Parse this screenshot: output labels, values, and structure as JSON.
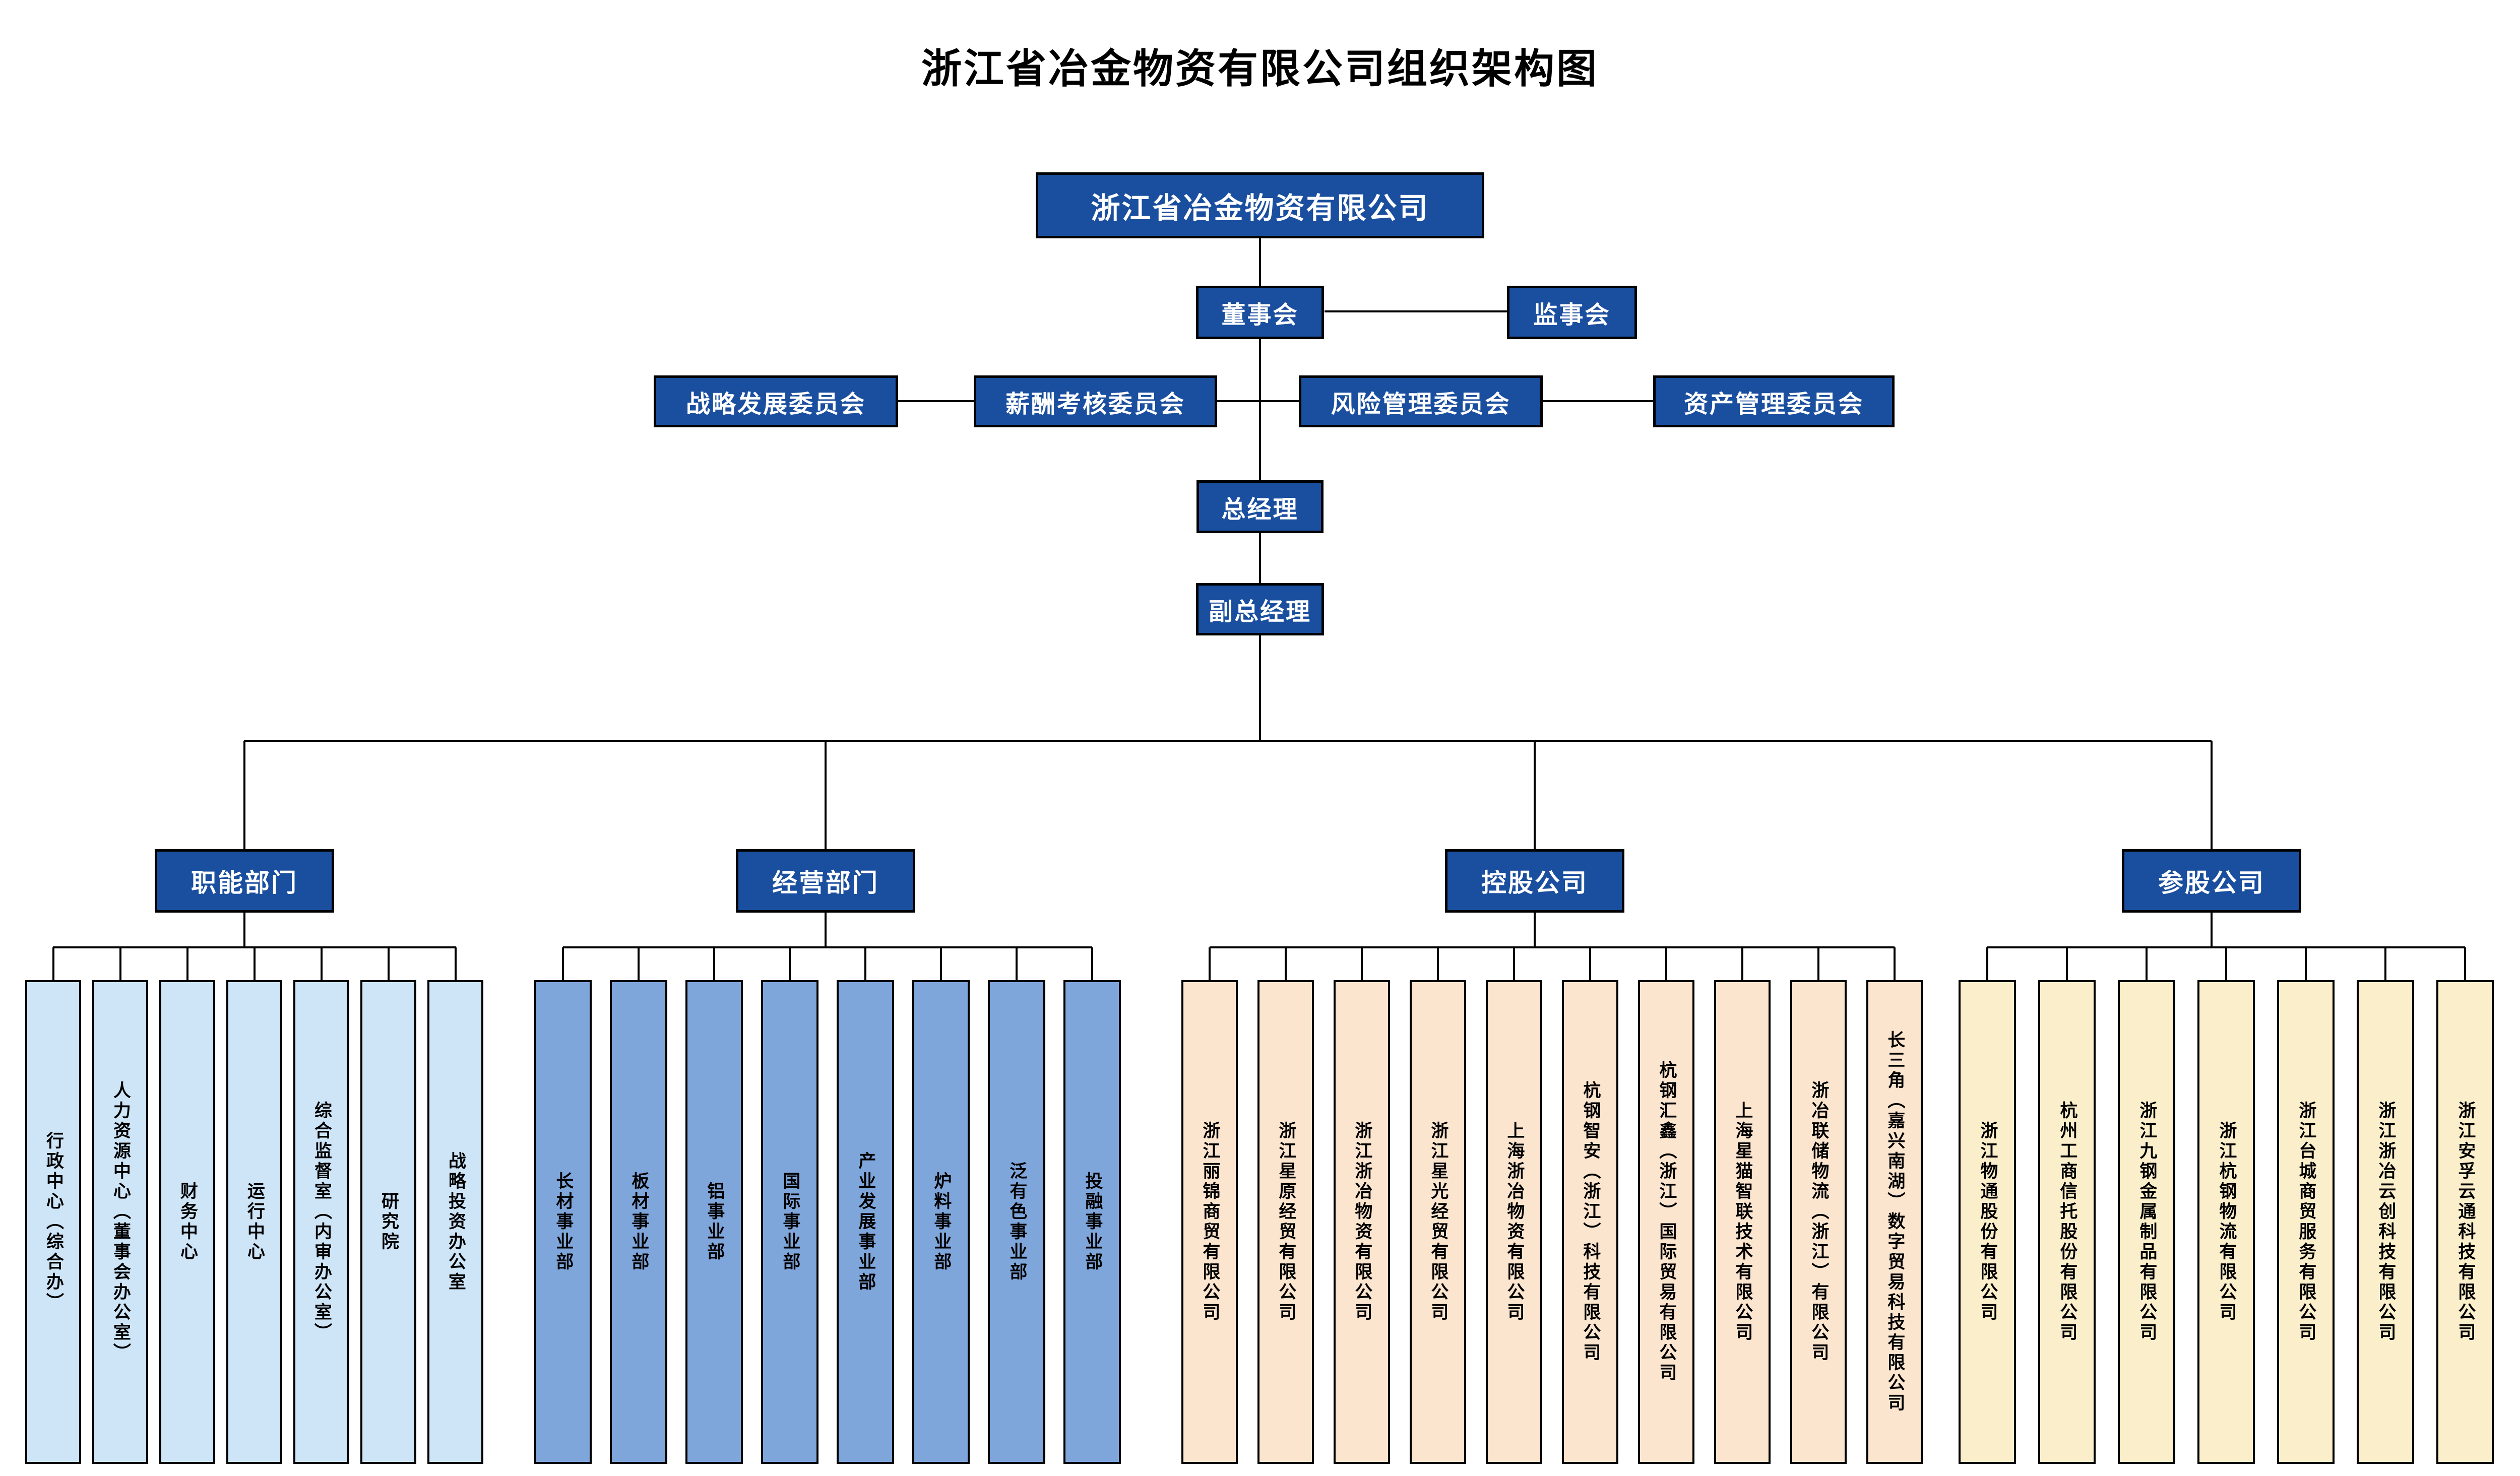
{
  "title": "浙江省冶金物资有限公司组织架构图",
  "colors": {
    "node_fill": "#1A4E9E",
    "node_text": "#FFFFFF",
    "connector": "#000000",
    "functional_fill": "#CEE5F8",
    "business_fill": "#7FA6DB",
    "holding_fill": "#FCE5CE",
    "invested_fill": "#FBEFCB"
  },
  "org": {
    "company": "浙江省冶金物资有限公司",
    "board": "董事会",
    "supervisory_board": "监事会",
    "committees": [
      "战略发展委员会",
      "薪酬考核委员会",
      "风险管理委员会",
      "资产管理委员会"
    ],
    "general_manager": "总经理",
    "deputy_general_manager": "副总经理"
  },
  "sections": [
    {
      "label": "职能部门",
      "items": [
        "行政中心（综合办）",
        "人力资源中心（董事会办公室）",
        "财务中心",
        "运行中心",
        "综合监督室（内审办公室）",
        "研究院",
        "战略投资办公室"
      ]
    },
    {
      "label": "经营部门",
      "items": [
        "长材事业部",
        "板材事业部",
        "铝事业部",
        "国际事业部",
        "产业发展事业部",
        "炉料事业部",
        "泛有色事业部",
        "投融事业部"
      ]
    },
    {
      "label": "控股公司",
      "items": [
        "浙江丽锦商贸有限公司",
        "浙江星原经贸有限公司",
        "浙江浙冶物资有限公司",
        "浙江星光经贸有限公司",
        "上海浙冶物资有限公司",
        "杭钢智安（浙江）科技有限公司",
        "杭钢汇鑫（浙江）国际贸易有限公司",
        "上海星猫智联技术有限公司",
        "浙冶联储物流（浙江）有限公司",
        "长三角（嘉兴南湖）数字贸易科技有限公司"
      ]
    },
    {
      "label": "参股公司",
      "items": [
        "浙江物通股份有限公司",
        "杭州工商信托股份有限公司",
        "浙江九钢金属制品有限公司",
        "浙江杭钢物流有限公司",
        "浙江台城商贸服务有限公司",
        "浙江浙冶云创科技有限公司",
        "浙江安孚云通科技有限公司"
      ]
    }
  ]
}
